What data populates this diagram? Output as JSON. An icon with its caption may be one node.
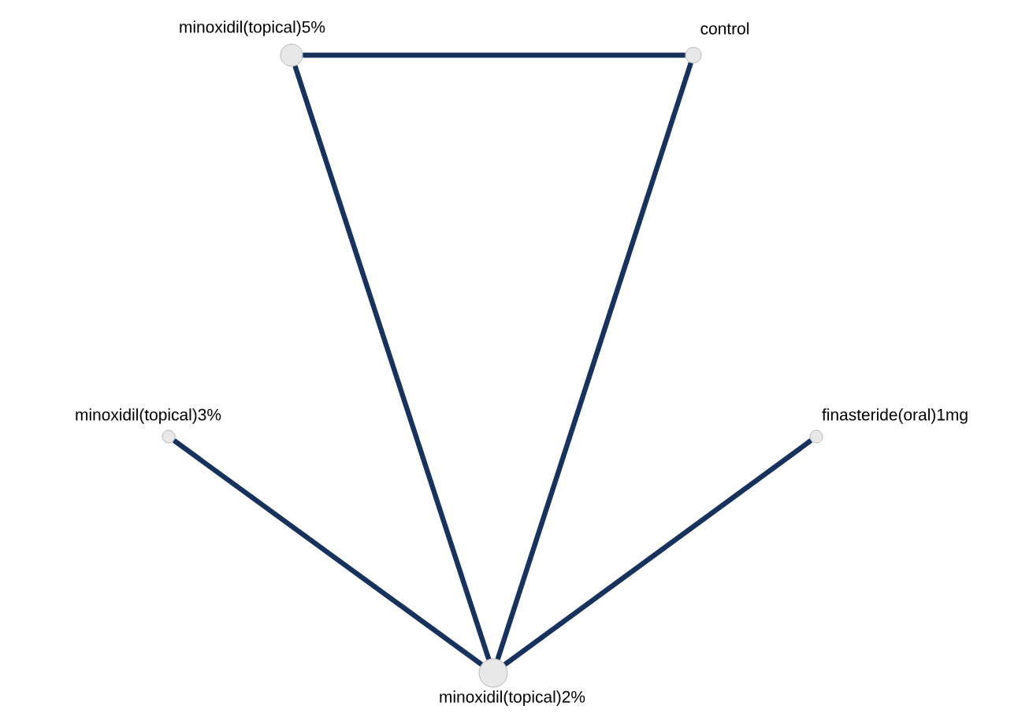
{
  "diagram": {
    "nodes": [
      {
        "text": [
          "minoxidil(topical)5%"
        ]
      },
      {
        "text": [
          "control"
        ]
      },
      {
        "text": [
          "minoxidil(topical)3%"
        ]
      },
      {
        "text": [
          "finasteride(oral)1mg"
        ]
      },
      {
        "text": [
          "minoxidil(topical)2%"
        ]
      }
    ],
    "edges": [
      {
        "from": 0,
        "to": 1,
        "arrow": "none"
      },
      {
        "from": 0,
        "to": 4,
        "arrow": "none"
      },
      {
        "from": 1,
        "to": 4,
        "arrow": "none"
      },
      {
        "from": 2,
        "to": 4,
        "arrow": "none"
      },
      {
        "from": 3,
        "to": 4,
        "arrow": "none"
      }
    ]
  }
}
